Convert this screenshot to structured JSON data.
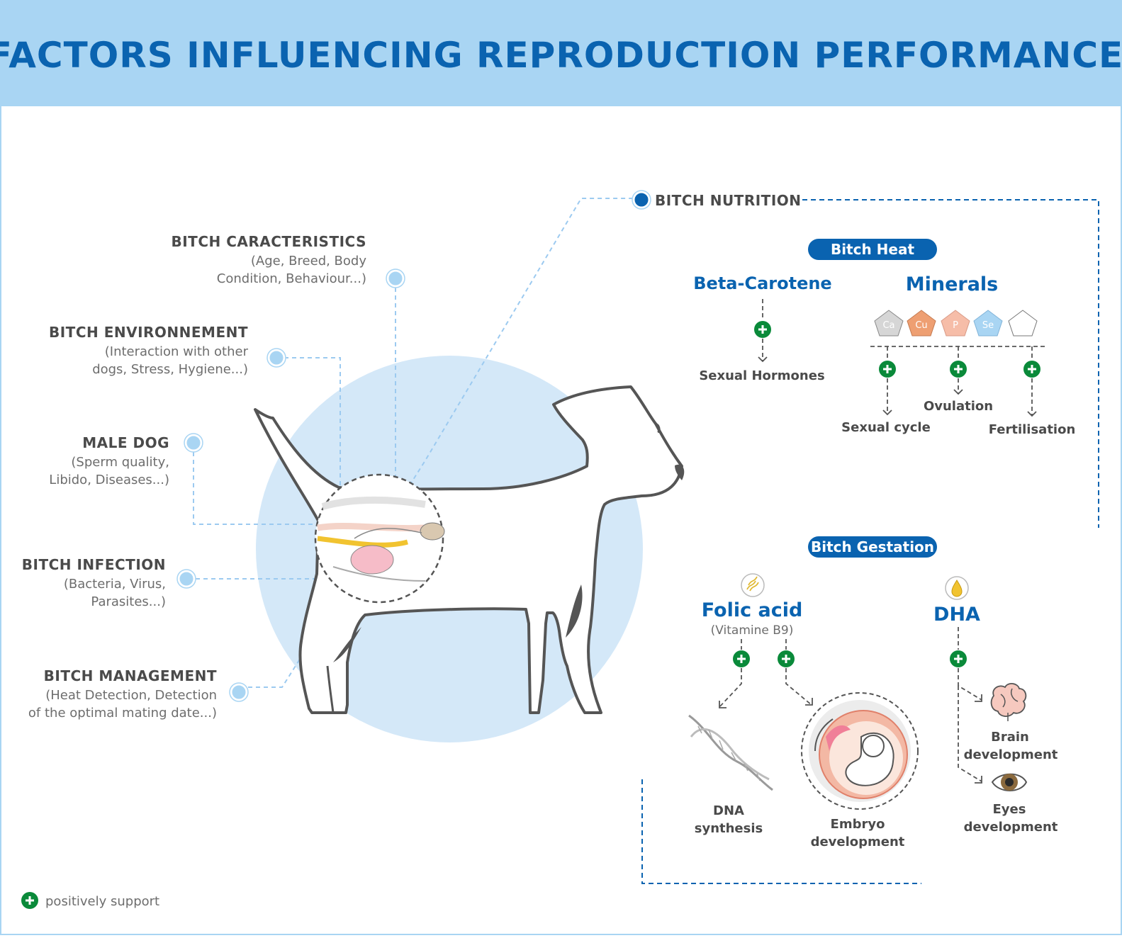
{
  "title": "FACTORS INFLUENCING REPRODUCTION PERFORMANCE",
  "colors": {
    "header_bg": "#a9d5f3",
    "title": "#0a63b0",
    "accent_blue": "#0a63b0",
    "light_blue": "#a9d5f3",
    "dog_circle": "#d4e8f8",
    "plus_green": "#0a8a3a",
    "text_dark": "#4a4a4a",
    "text_grey": "#6d6d6d"
  },
  "factors": [
    {
      "title": "BITCH CARACTERISTICS",
      "line1": "(Age, Breed, Body",
      "line2": "Condition, Behaviour...)"
    },
    {
      "title": "BITCH ENVIRONNEMENT",
      "line1": "(Interaction with other",
      "line2": "dogs, Stress, Hygiene...)"
    },
    {
      "title": "MALE DOG",
      "line1": "(Sperm quality,",
      "line2": "Libido, Diseases...)"
    },
    {
      "title": "BITCH INFECTION",
      "line1": "(Bacteria, Virus,",
      "line2": "Parasites...)"
    },
    {
      "title": "BITCH MANAGEMENT",
      "line1": "(Heat Detection, Detection",
      "line2": "of the optimal mating date...)"
    }
  ],
  "nutrition": {
    "title": "BITCH NUTRITION",
    "heat": {
      "label": "Bitch Heat",
      "beta_carotene": {
        "name": "Beta-Carotene",
        "effect": "Sexual Hormones"
      },
      "minerals": {
        "name": "Minerals",
        "items": [
          {
            "symbol": "Ca",
            "color": "#d6d6d6"
          },
          {
            "symbol": "Cu",
            "color": "#ee9f72"
          },
          {
            "symbol": "P",
            "color": "#f6bda8"
          },
          {
            "symbol": "Se",
            "color": "#a9d5f3"
          },
          {
            "symbol": "",
            "color": "#ffffff"
          }
        ],
        "effects": [
          "Sexual cycle",
          "Ovulation",
          "Fertilisation"
        ]
      }
    },
    "gestation": {
      "label": "Bitch Gestation",
      "folic": {
        "name": "Folic acid",
        "sub": "(Vitamine B9)",
        "effects": [
          [
            "DNA",
            "synthesis"
          ],
          [
            "Embryo",
            "development"
          ]
        ]
      },
      "dha": {
        "name": "DHA",
        "effects": [
          [
            "Brain",
            "development"
          ],
          [
            "Eyes",
            "development"
          ]
        ]
      }
    }
  },
  "legend": {
    "label": "positively support",
    "icon": "plus-icon"
  }
}
